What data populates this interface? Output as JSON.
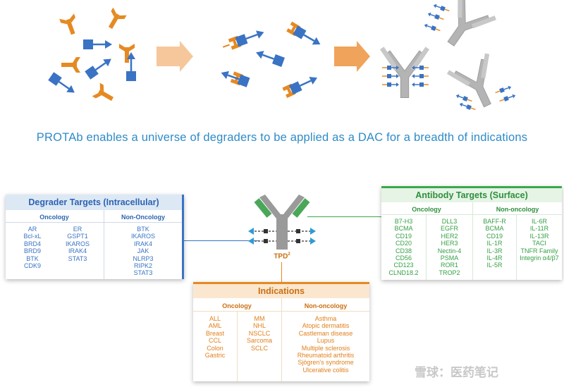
{
  "headline": "PROTAb enables a universe of degraders to be applied as a DAC for a breadth of indications",
  "center_label": "TPD",
  "center_label_sup": "2",
  "colors": {
    "blue": "#3a73c4",
    "orange": "#e58a22",
    "green": "#3aa94a",
    "grey": "#b4b4b4"
  },
  "degrader": {
    "title": "Degrader Targets (Intracellular)",
    "oncology_header": "Oncology",
    "non_oncology_header": "Non-Oncology",
    "oncology_col1": [
      "AR",
      "Bcl-xL",
      "BRD4",
      "BRD9",
      "BTK",
      "CDK9"
    ],
    "oncology_col2": [
      "ER",
      "GSPT1",
      "IKAROS",
      "IRAK4",
      "STAT3"
    ],
    "non_oncology": [
      "BTK",
      "IKAROS",
      "IRAK4",
      "JAK",
      "NLRP3",
      "RIPK2",
      "STAT3"
    ]
  },
  "antibody": {
    "title": "Antibody Targets (Surface)",
    "oncology_header": "Oncology",
    "non_oncology_header": "Non-oncology",
    "oncology_col1": [
      "B7-H3",
      "BCMA",
      "CD19",
      "CD20",
      "CD38",
      "CD56",
      "CD123",
      "CLND18.2"
    ],
    "oncology_col2": [
      "DLL3",
      "EGFR",
      "HER2",
      "HER3",
      "Nectin-4",
      "PSMA",
      "ROR1",
      "TROP2"
    ],
    "non_oncology_col1": [
      "BAFF-R",
      "BCMA",
      "CD19",
      "IL-1R",
      "IL-3R",
      "IL-4R",
      "IL-5R"
    ],
    "non_oncology_col2": [
      "IL-6R",
      "IL-11R",
      "IL-13R",
      "TACI",
      "TNFR Family",
      "Integrin α4/β7"
    ]
  },
  "indications": {
    "title": "Indications",
    "oncology_header": "Oncology",
    "non_oncology_header": "Non-oncology",
    "oncology_col1": [
      "ALL",
      "AML",
      "Breast",
      "CCL",
      "Colon",
      "Gastric"
    ],
    "oncology_col2": [
      "MM",
      "NHL",
      "NSCLC",
      "Sarcoma",
      "SCLC"
    ],
    "non_oncology": [
      "Asthma",
      "Atopic dermatitis",
      "Castleman disease",
      "Lupus",
      "Multiple sclerosis",
      "Rheumatoid arthritis",
      "Sjögren's syndrome",
      "Ulcerative colitis"
    ]
  },
  "watermark": "雪球：医药笔记"
}
